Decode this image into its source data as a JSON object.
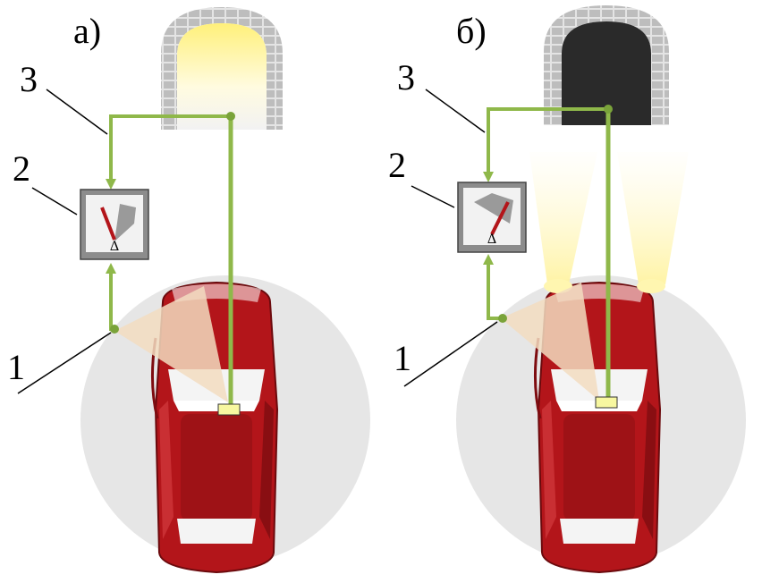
{
  "panels": [
    {
      "label": "а)",
      "tunnel_state": "lit",
      "meter_state": "low",
      "headlights_on": false,
      "callouts": [
        "1",
        "2",
        "3"
      ]
    },
    {
      "label": "б)",
      "tunnel_state": "dark",
      "meter_state": "high",
      "headlights_on": true,
      "callouts": [
        "1",
        "2",
        "3"
      ]
    }
  ],
  "meter_symbol": "Δ",
  "colors": {
    "car_body": "#b3151a",
    "car_dark": "#7e0c10",
    "wire": "#8fb84a",
    "wire_dot": "#7aa33a",
    "tunnel_brick": "#c8c8c8",
    "tunnel_light": "#fff4a8",
    "tunnel_dark": "#2a2a2a",
    "halo": "#e6e6e6",
    "sensor_cone": "#f2dcc0",
    "headlight_beam": "#fff6b0"
  }
}
